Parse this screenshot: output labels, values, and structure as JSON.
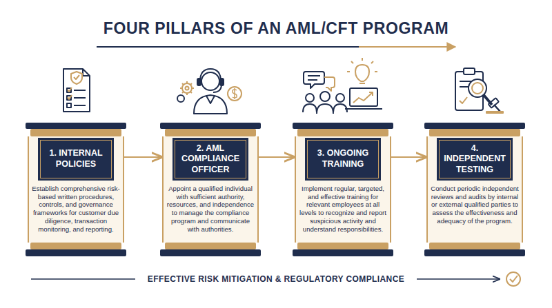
{
  "diagram": {
    "title": "FOUR PILLARS OF AN AML/CFT PROGRAM",
    "nodes": [
      {
        "text": [
          "1. INTERNAL POLICIES",
          "Establish comprehensive risk-based written procedures, controls, and governance frameworks for customer due diligence, transaction monitoring, and reporting."
        ]
      },
      {
        "text": [
          "2. AML COMPLIANCE OFFICER",
          "Appoint a qualified individual with sufficient authority, resources, and independence to manage the compliance program and communicate with authorities."
        ]
      },
      {
        "text": [
          "3. ONGOING TRAINING",
          "Implement regular, targeted, and effective training for relevant employees at all levels to recognize and report suspicious activity and understand responsibilities."
        ]
      },
      {
        "text": [
          "4. INDEPENDENT TESTING",
          "Conduct periodic independent reviews and audits by internal or external qualified parties to assess the effectiveness and adequacy of the program."
        ]
      }
    ],
    "edges": [
      {
        "from": 0,
        "to": 1,
        "arrow": "to"
      },
      {
        "from": 1,
        "to": 2,
        "arrow": "to"
      },
      {
        "from": 2,
        "to": 3,
        "arrow": "to"
      }
    ],
    "labels": [
      "EFFECTIVE RISK MITIGATION & REGULATORY COMPLIANCE"
    ]
  }
}
